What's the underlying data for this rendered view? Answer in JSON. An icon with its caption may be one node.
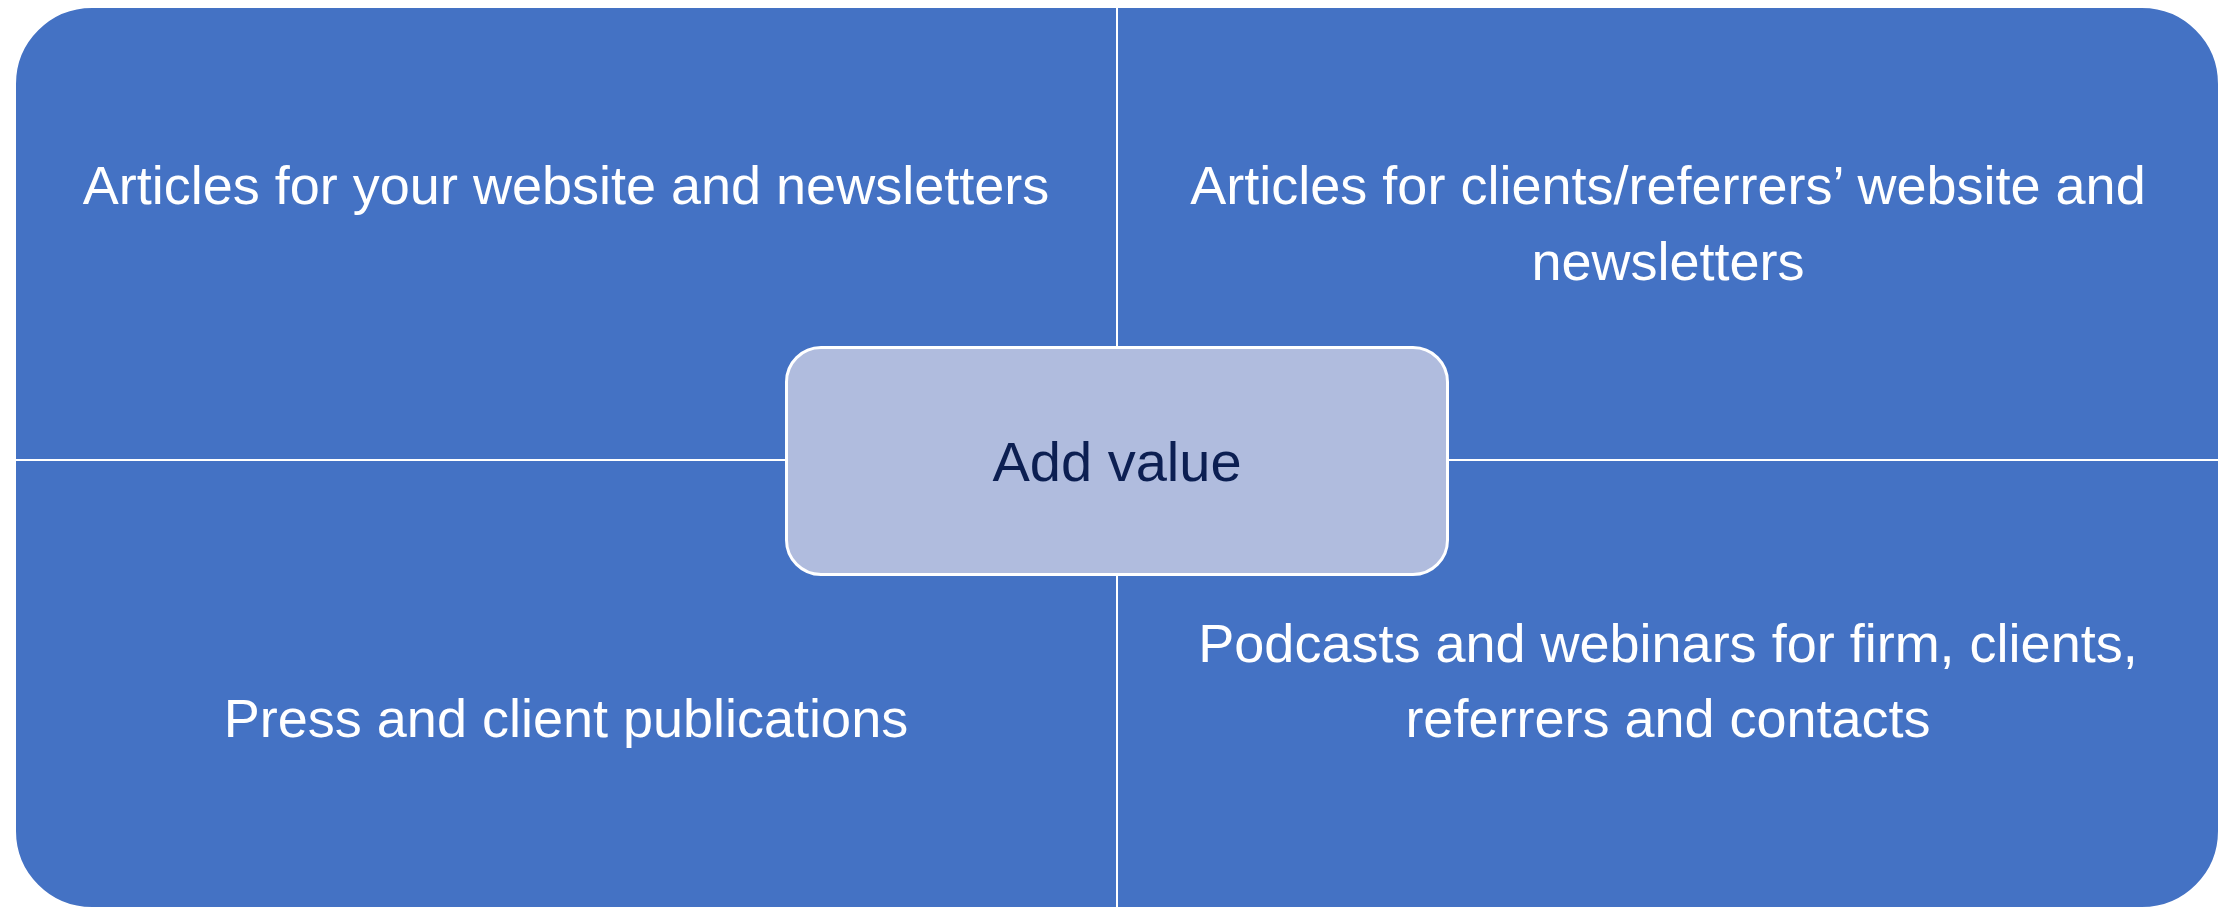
{
  "diagram": {
    "nodes": [
      {
        "text": [
          "Articles for your website and newsletters"
        ]
      },
      {
        "text": [
          "Articles for clients/referrers’ website and newsletters"
        ]
      },
      {
        "text": [
          "Press and client publications"
        ]
      },
      {
        "text": [
          "Podcasts and webinars for firm, clients, referrers and contacts"
        ]
      },
      {
        "text": [
          "Add value"
        ]
      }
    ]
  }
}
